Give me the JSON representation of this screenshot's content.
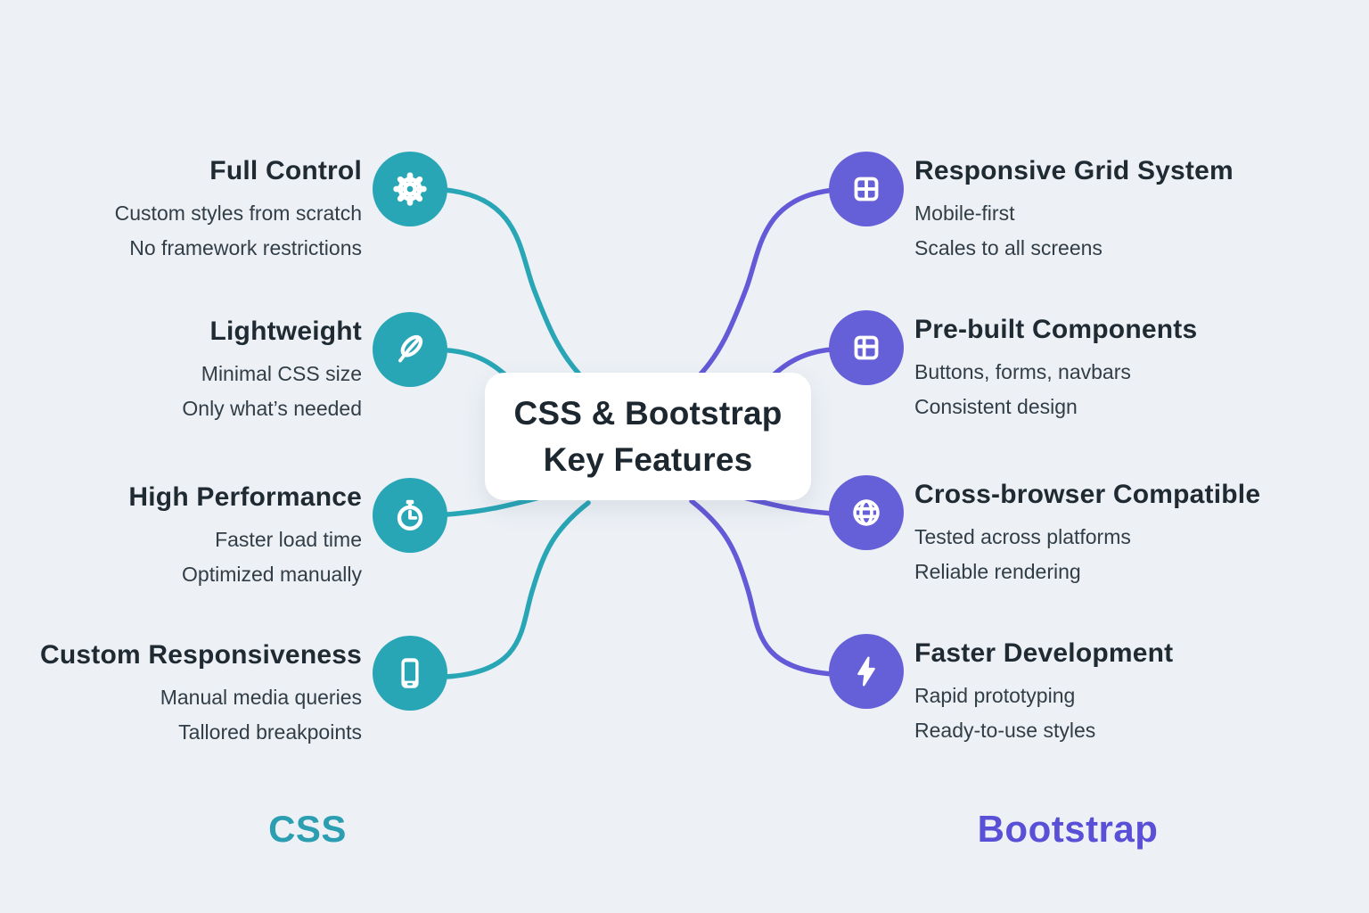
{
  "center": {
    "title_line1": "CSS & Bootstrap",
    "title_line2": "Key Features"
  },
  "left": {
    "label": "CSS",
    "accent_color": "#29a6b6",
    "label_color": "#2c9eb2",
    "features": [
      {
        "icon": "gear-icon",
        "title": "Full Control",
        "lines": [
          "Custom styles from scratch",
          "No framework restrictions"
        ]
      },
      {
        "icon": "feather-icon",
        "title": "Lightweight",
        "lines": [
          "Minimal CSS size",
          "Only what’s needed"
        ]
      },
      {
        "icon": "stopwatch-icon",
        "title": "High Performance",
        "lines": [
          "Faster load time",
          "Optimized manually"
        ]
      },
      {
        "icon": "phone-icon",
        "title": "Custom Responsiveness",
        "lines": [
          "Manual media queries",
          "Tallored breakpoints"
        ]
      }
    ]
  },
  "right": {
    "label": "Bootstrap",
    "accent_color": "#6560d8",
    "label_color": "#5a50d7",
    "features": [
      {
        "icon": "grid-icon",
        "title": "Responsive Grid System",
        "lines": [
          "Mobile-first",
          "Scales to all screens"
        ]
      },
      {
        "icon": "layout-grid-icon",
        "title": "Pre-built Components",
        "lines": [
          "Buttons, forms, navbars",
          "Consistent design"
        ]
      },
      {
        "icon": "globe-icon",
        "title": "Cross-browser Compatible",
        "lines": [
          "Tested across platforms",
          "Reliable rendering"
        ]
      },
      {
        "icon": "bolt-icon",
        "title": "Faster Development",
        "lines": [
          "Rapid prototyping",
          "Ready-to-use styles"
        ]
      }
    ]
  },
  "colors": {
    "background": "#edf1f6",
    "center_box": "#ffffff",
    "heading_text": "#1f2a33",
    "body_text": "#313d47"
  }
}
